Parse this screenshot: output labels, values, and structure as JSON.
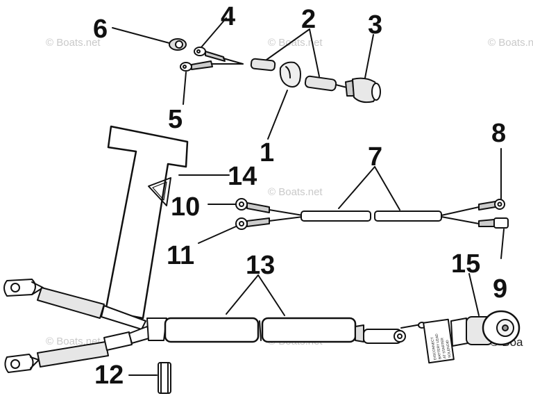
{
  "watermarks": {
    "w1": "© Boats.net",
    "w2": "© Boats.net",
    "w3": "© Boats.net",
    "w4": "© Boats.net",
    "w5": "© Boats.net",
    "w6": "© Boats.net",
    "w7": "© Boa"
  },
  "callouts": {
    "c1": "1",
    "c2": "2",
    "c3": "3",
    "c4": "4",
    "c5": "5",
    "c6": "6",
    "c7": "7",
    "c8": "8",
    "c9": "9",
    "c10": "10",
    "c11": "11",
    "c12": "12",
    "c13": "13",
    "c14": "14",
    "c15": "15"
  },
  "decal_text": {
    "line1": "DISCONNECT",
    "line2": "BATTERY LEAD",
    "line3": "AT STARTER",
    "line4": "SOLENOID"
  }
}
